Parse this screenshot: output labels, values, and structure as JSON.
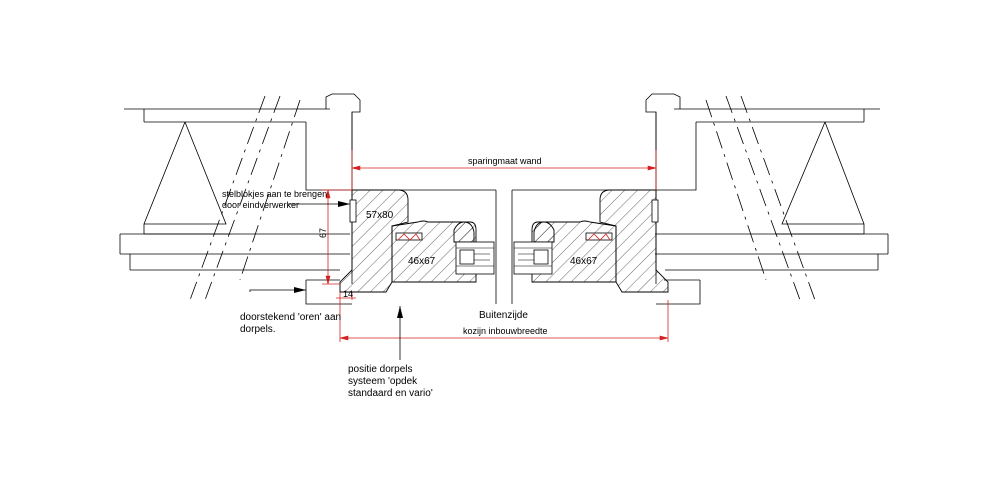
{
  "labels": {
    "sparingmaat": "sparingmaat wand",
    "stelblokjes_line1": "stelblokjes aan te brengen",
    "stelblokjes_line2": "door eindverwerker",
    "profile_57x80": "57x80",
    "profile_46x67_left": "46x67",
    "profile_46x67_right": "46x67",
    "dim_67": "67",
    "dim_14": "14",
    "buitenzijde": "Buitenzijde",
    "kozijn": "kozijn inbouwbreedte",
    "oren_line1": "doorstekend 'oren' aan",
    "oren_line2": "dorpels.",
    "positie_line1": "positie dorpels",
    "positie_line2": "systeem 'opdek",
    "positie_line3": "standaard en vario'"
  },
  "colors": {
    "line": "#000000",
    "dimension": "#d42020",
    "background": "#ffffff"
  }
}
